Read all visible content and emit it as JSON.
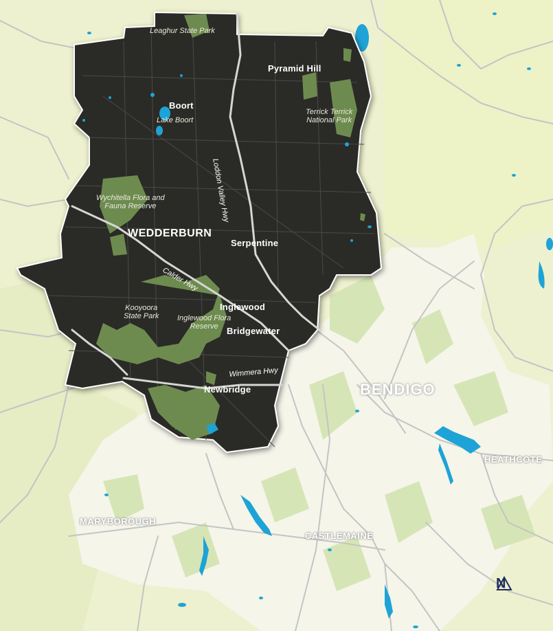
{
  "map": {
    "shire_towns": {
      "wedderburn": "WEDDERBURN",
      "boort": "Boort",
      "pyramid_hill": "Pyramid Hill",
      "serpentine": "Serpentine",
      "inglewood": "Inglewood",
      "bridgewater": "Bridgewater",
      "newbridge": "Newbridge"
    },
    "parks": {
      "leaghur": "Leaghur State Park",
      "lake_boort": "Lake Boort",
      "terrick": "Terrick Terrick\nNational Park",
      "wychitella": "Wychitella Flora and\nFauna Reserve",
      "kooyoora": "Kooyoora\nState Park",
      "inglewood_flora": "Inglewood Flora\nReserve"
    },
    "highways": {
      "loddon": "Loddon Valley Hwy",
      "calder": "Calder Hwy",
      "wimmera": "Wimmera Hwy"
    },
    "cities": {
      "bendigo": "BENDIGO",
      "heathcote": "HEATHCOTE",
      "maryborough": "MARYBOROUGH",
      "castlemaine": "CASTLEMAINE"
    },
    "north_label": "N",
    "colors": {
      "shire_fill": "#2b2c28",
      "park_green": "#6e8b4f",
      "water": "#1ea3d6",
      "road": "#c8c8c8",
      "light_land": "#eef1cf",
      "north_arrow": "#1f2e5a"
    }
  }
}
